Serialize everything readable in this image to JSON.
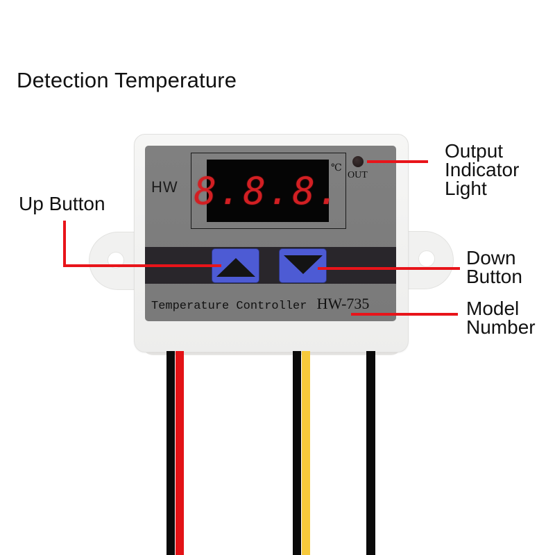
{
  "title": "Detection Temperature",
  "device": {
    "brand": "HW",
    "display_value": "8.8.8.",
    "display_unit": "℃",
    "indicator_label": "OUT",
    "model_text": "Temperature Controller",
    "model_number": "HW-735",
    "buttons": [
      {
        "name": "up",
        "glyph": "triangle-up"
      },
      {
        "name": "down",
        "glyph": "triangle-down"
      }
    ],
    "wires": [
      {
        "color": "#0a0a0a"
      },
      {
        "color": "#e31216"
      },
      {
        "color": "#0a0a0a"
      },
      {
        "color": "#f7c93b"
      },
      {
        "color": "#0a0a0a"
      }
    ]
  },
  "callouts": {
    "up_button": "Up Button",
    "output_indicator": "Output\nIndicator\nLight",
    "down_button": "Down\nButton",
    "model_number": "Model\nNumber"
  },
  "colors": {
    "leader_line": "#e8141a",
    "faceplate": "#7d7d7d",
    "display_digits": "#d21f23",
    "button_fill": "#4d5bd4"
  }
}
